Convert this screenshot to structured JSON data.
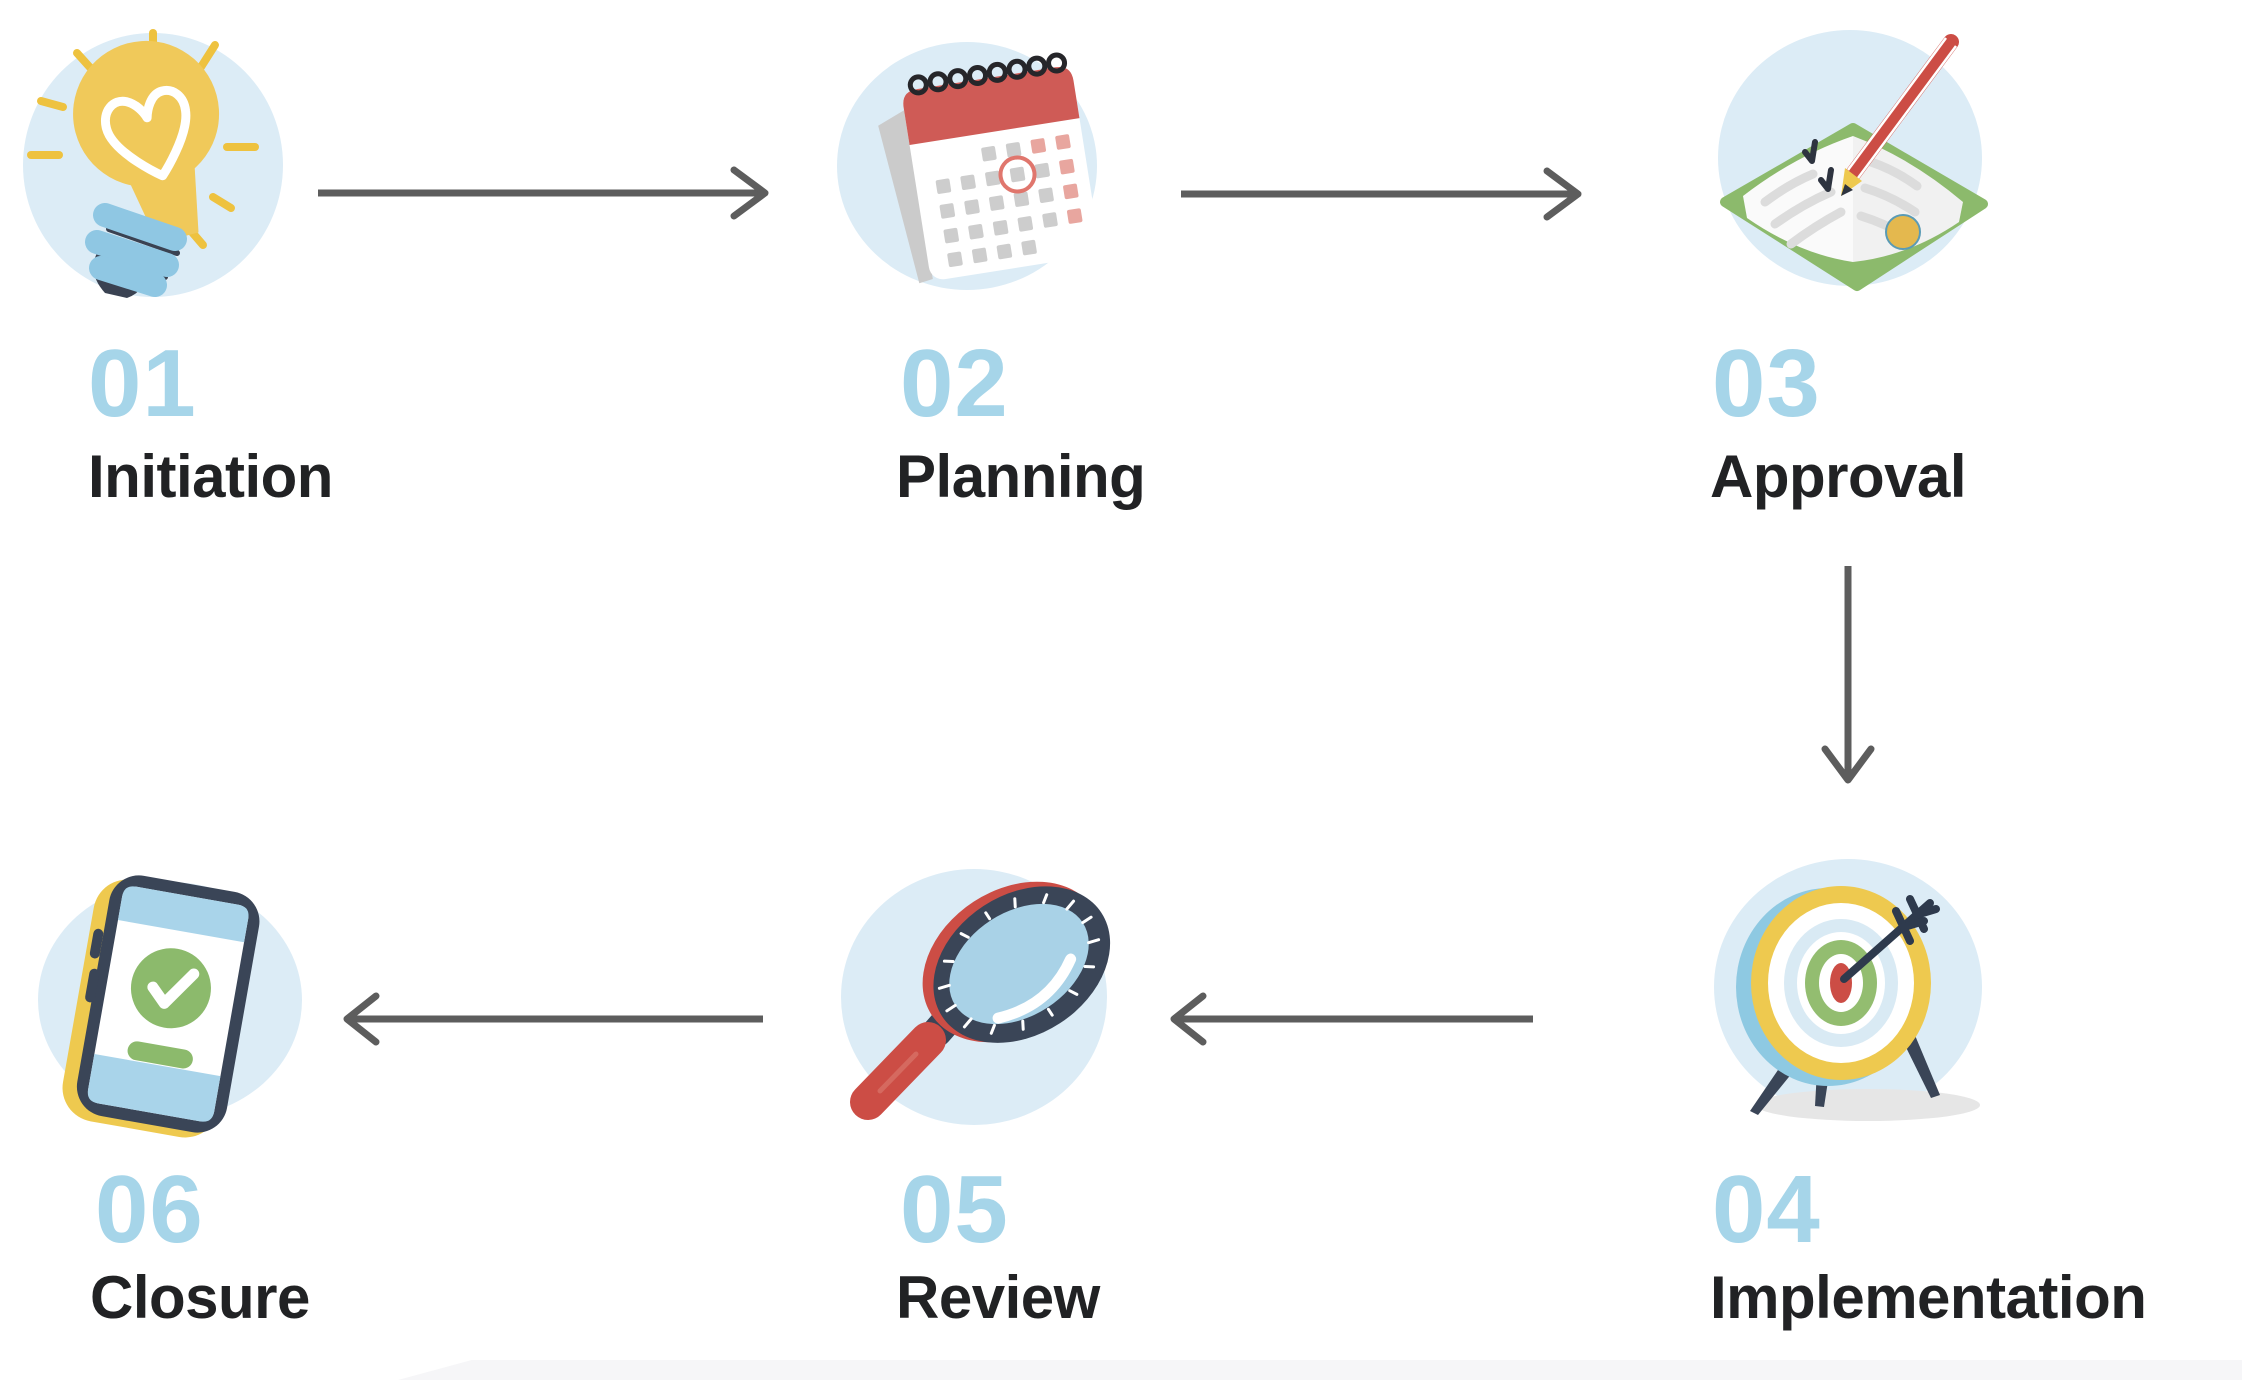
{
  "diagram": {
    "type": "process-flow",
    "rows": 2,
    "columns": 3
  },
  "steps": [
    {
      "number": "01",
      "label": "Initiation",
      "icon": "lightbulb-idea-icon"
    },
    {
      "number": "02",
      "label": "Planning",
      "icon": "calendar-icon"
    },
    {
      "number": "03",
      "label": "Approval",
      "icon": "book-pencil-icon"
    },
    {
      "number": "04",
      "label": "Implementation",
      "icon": "target-arrow-icon"
    },
    {
      "number": "05",
      "label": "Review",
      "icon": "magnifier-icon"
    },
    {
      "number": "06",
      "label": "Closure",
      "icon": "phone-check-icon"
    }
  ],
  "arrows": [
    {
      "from": "01",
      "to": "02",
      "direction": "right"
    },
    {
      "from": "02",
      "to": "03",
      "direction": "right"
    },
    {
      "from": "03",
      "to": "04",
      "direction": "down"
    },
    {
      "from": "04",
      "to": "05",
      "direction": "left"
    },
    {
      "from": "05",
      "to": "06",
      "direction": "left"
    }
  ],
  "colors": {
    "step_number": "#a6d5e9",
    "step_label": "#212224",
    "arrow": "#5d5d5d",
    "icon_blob": "#dcecf6",
    "accent_yellow": "#eec94f",
    "accent_red": "#cc4f48",
    "accent_green": "#8cba6c",
    "accent_navy": "#3a4557",
    "accent_light_blue": "#a9d2e7",
    "background": "#ffffff"
  }
}
